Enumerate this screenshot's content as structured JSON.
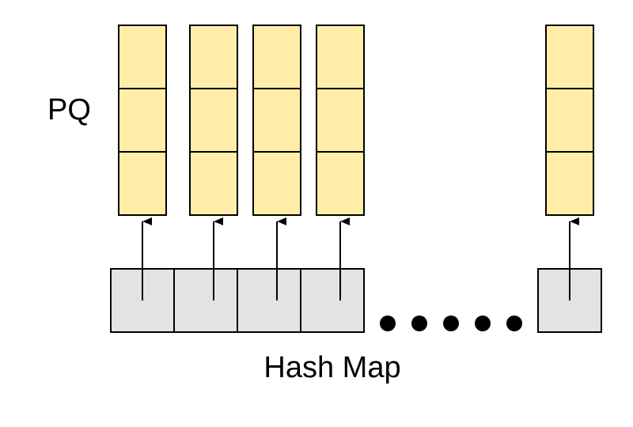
{
  "labels": {
    "pq": "PQ",
    "hash_map": "Hash Map"
  },
  "colors": {
    "pq_cell_fill": "#FFEDA8",
    "hash_cell_fill": "#E3E3E3",
    "stroke": "#000000"
  },
  "pq_columns": [
    {
      "cells": 3
    },
    {
      "cells": 3
    },
    {
      "cells": 3
    },
    {
      "cells": 3
    },
    {
      "cells": 3
    }
  ],
  "hash_map": {
    "cells": 5,
    "ellipsis_dots": 5
  }
}
